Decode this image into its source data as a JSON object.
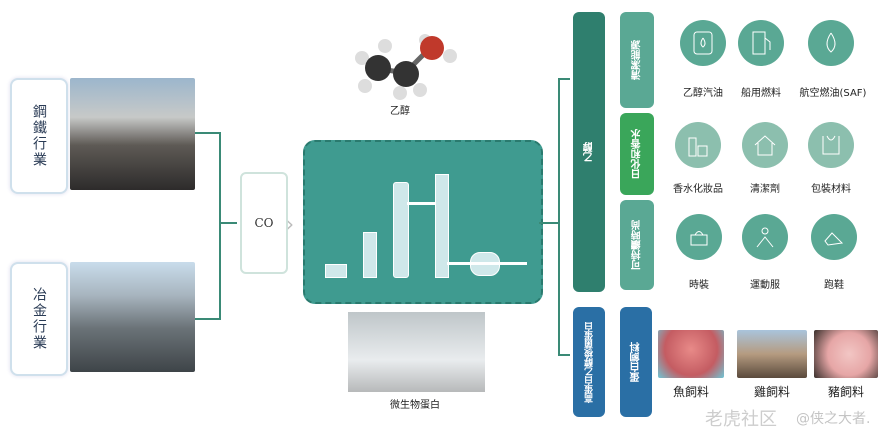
{
  "sources": [
    {
      "label": "鋼鐵行業"
    },
    {
      "label": "冶金行業"
    }
  ],
  "co_label": "CO",
  "ethanol_molecule_label": "乙醇",
  "protein_label": "微生物蛋白",
  "ethanol_bar": "乙醇",
  "ethanol_categories": [
    {
      "label": "清潔能源",
      "color": "#5aa894",
      "products": [
        {
          "label": "乙醇汽油",
          "icon": "fuel-barrel-icon"
        },
        {
          "label": "船用燃料",
          "icon": "fuel-pump-icon"
        },
        {
          "label": "航空燃油(SAF)",
          "icon": "drop-icon"
        }
      ]
    },
    {
      "label": "日化和香水",
      "color": "#3aa65a",
      "products": [
        {
          "label": "香水化妝品",
          "icon": "cosmetics-icon"
        },
        {
          "label": "清潔劑",
          "icon": "house-icon"
        },
        {
          "label": "包裝材料",
          "icon": "bag-icon"
        }
      ]
    },
    {
      "label": "可持續時尚",
      "color": "#5aa894",
      "products": [
        {
          "label": "時裝",
          "icon": "handbag-icon"
        },
        {
          "label": "運動服",
          "icon": "sportswear-icon"
        },
        {
          "label": "跑鞋",
          "icon": "shoe-icon"
        }
      ]
    }
  ],
  "protein_bar": "高蛋白乙醇梭菌蛋白",
  "protein_category": "蛋白飼料",
  "feeds": [
    {
      "label": "魚飼料"
    },
    {
      "label": "雞飼料"
    },
    {
      "label": "豬飼料"
    }
  ],
  "watermark": {
    "brand": "老虎社区",
    "author": "@侠之大者."
  },
  "colors": {
    "green_dark": "#2f7f6e",
    "blue": "#2a6fa5",
    "teal": "#3d9b8c"
  }
}
